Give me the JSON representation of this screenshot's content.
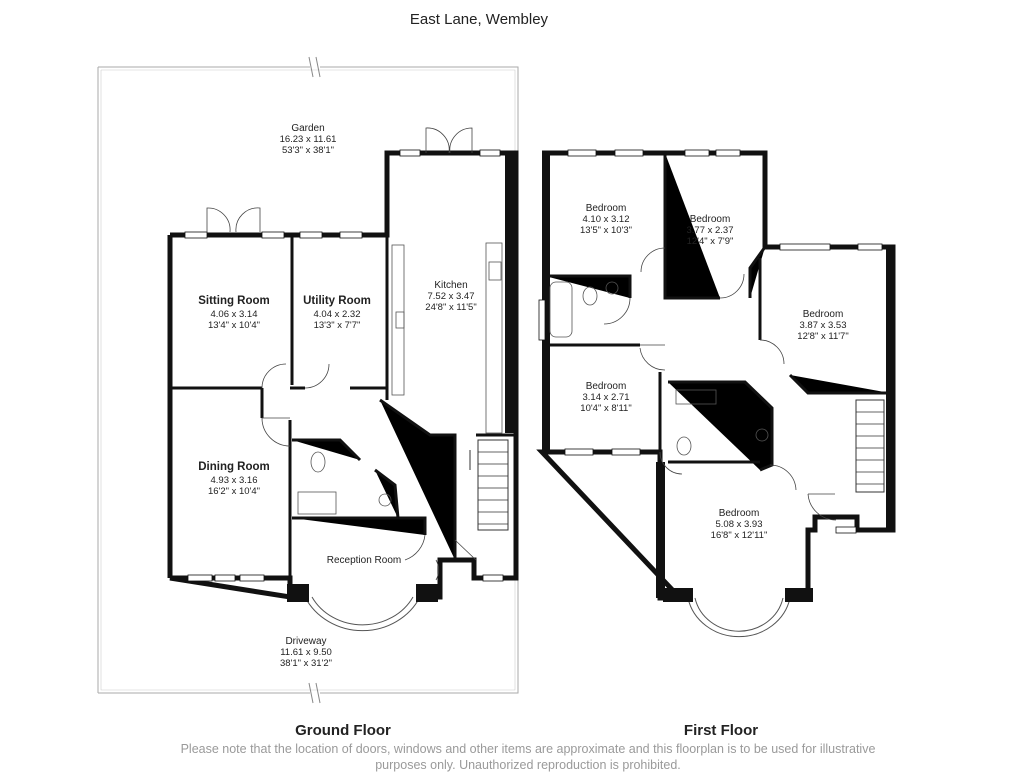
{
  "title": "East Lane, Wembley",
  "floors": [
    {
      "name": "Ground Floor"
    },
    {
      "name": "First Floor"
    }
  ],
  "rooms": {
    "garden": {
      "name": "Garden",
      "metric": "16.23 x 11.61",
      "imperial": "53'3\" x 38'1\""
    },
    "kitchen": {
      "name": "Kitchen",
      "metric": "7.52 x 3.47",
      "imperial": "24'8\" x 11'5\""
    },
    "sitting": {
      "name": "Sitting Room",
      "metric": "4.06 x 3.14",
      "imperial": "13'4\" x 10'4\""
    },
    "utility": {
      "name": "Utility Room",
      "metric": "4.04 x 2.32",
      "imperial": "13'3\" x 7'7\""
    },
    "dining": {
      "name": "Dining Room",
      "metric": "4.93 x 3.16",
      "imperial": "16'2\" x 10'4\""
    },
    "reception": {
      "name": "Reception Room"
    },
    "driveway": {
      "name": "Driveway",
      "metric": "11.61 x 9.50",
      "imperial": "38'1\" x 31'2\""
    },
    "bed1": {
      "name": "Bedroom",
      "metric": "4.10 x 3.12",
      "imperial": "13'5\" x 10'3\""
    },
    "bed2": {
      "name": "Bedroom",
      "metric": "3.77 x 2.37",
      "imperial": "12'4\" x 7'9\""
    },
    "bed3": {
      "name": "Bedroom",
      "metric": "3.87 x 3.53",
      "imperial": "12'8\" x 11'7\""
    },
    "bed4": {
      "name": "Bedroom",
      "metric": "3.14 x 2.71",
      "imperial": "10'4\" x 8'11\""
    },
    "bed5": {
      "name": "Bedroom",
      "metric": "5.08 x 3.93",
      "imperial": "16'8\" x 12'11\""
    }
  },
  "disclaimer": {
    "line1": "Please note that the location of doors, windows and other items are approximate and this floorplan is to be used for illustrative",
    "line2": "purposes only. Unauthorized reproduction is prohibited."
  }
}
